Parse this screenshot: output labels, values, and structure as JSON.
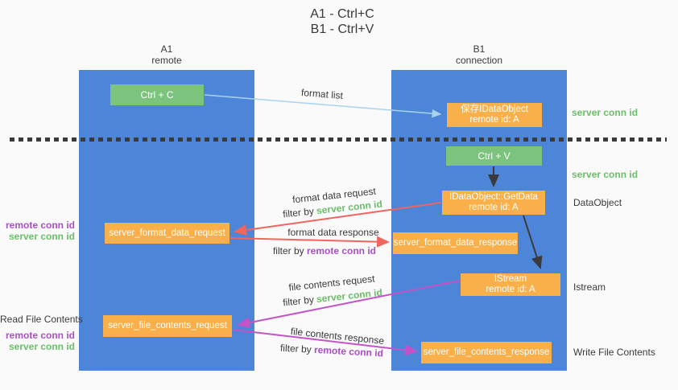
{
  "title": {
    "line1": "A1 - Ctrl+C",
    "line2": "B1 - Ctrl+V"
  },
  "lifelines": {
    "a1": {
      "name": "A1",
      "role": "remote"
    },
    "b1": {
      "name": "B1",
      "role": "connection"
    }
  },
  "nodes": {
    "ctrl_c": "Ctrl + C",
    "save_idataobject_line1": "保存IDataObject",
    "save_idataobject_line2": "remote id: A",
    "ctrl_v": "Ctrl + V",
    "getdata_line1": "IDataObject::GetData",
    "getdata_line2": "remote id: A",
    "server_format_data_request": "server_format_data_request",
    "server_format_data_response": "server_format_data_response",
    "istream_line1": "IStream",
    "istream_line2": "remote id: A",
    "server_file_contents_request": "server_file_contents_request",
    "server_file_contents_response": "server_file_contents_response"
  },
  "edge_labels": {
    "format_list": "format list",
    "format_data_request": "format data request",
    "format_data_response": "format data response",
    "file_contents_request": "file contents request",
    "file_contents_response": "file contents response",
    "filter_by": "filter by",
    "server_conn_id": "server conn id",
    "remote_conn_id": "remote conn id"
  },
  "side_labels": {
    "server_conn_id": "server conn id",
    "remote_conn_id": "remote conn id",
    "dataobject": "DataObject",
    "istream": "Istream",
    "read_file_contents": "Read File Contents",
    "write_file_contents": "Write File Contents"
  },
  "colors": {
    "lifeline_blue": "#4d86d8",
    "action_green": "#7cc47e",
    "node_orange": "#f9b04b",
    "server_conn_green": "#6abf69",
    "remote_conn_purple": "#ab4fc6",
    "request_red": "#f0655e",
    "file_magenta": "#c553c8",
    "format_list_blue": "#a8d3ef",
    "text_dark": "#3a3a3a",
    "background": "#fafafa"
  }
}
